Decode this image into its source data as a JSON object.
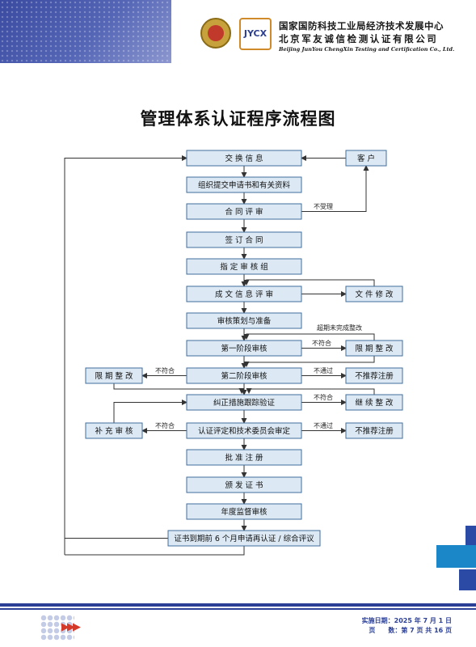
{
  "header": {
    "logo_text": "JYCX",
    "org_line1": "国家国防科技工业局经济技术发展中心",
    "org_line2": "北京军友诚信检测认证有限公司",
    "org_line3": "Beijing JunYou ChengXin Testing and Certification Co., Ltd."
  },
  "title": "管理体系认证程序流程图",
  "flow": {
    "exchange_info": "交 换 信 息",
    "customer": "客 户",
    "submit_application": "组织提交申请书和有关资料",
    "contract_review": "合 同 评 审",
    "not_accepted": "不受理",
    "sign_contract": "签 订 合 同",
    "assign_audit_team": "指 定 审 核 组",
    "document_review": "成 文 信 息 评 审",
    "document_revision": "文 件 修 改",
    "audit_planning": "审核策划与准备",
    "overdue_note": "超期未完成整改",
    "stage1_audit": "第一阶段审核",
    "nonconform_1": "不符合",
    "deadline_rectify_right": "限 期 整 改",
    "deadline_rectify_left": "限 期 整 改",
    "nonconform_2": "不符合",
    "stage2_audit": "第二阶段审核",
    "not_passed_1": "不通过",
    "not_recommended_1": "不推荐注册",
    "corrective_verification": "纠正措施跟踪验证",
    "nonconform_3": "不符合",
    "continue_rectify": "继 续 整 改",
    "supplementary_audit": "补 充 审 核",
    "nonconform_4": "不符合",
    "certification_decision": "认证评定和技术委员会审定",
    "not_passed_2": "不通过",
    "not_recommended_2": "不推荐注册",
    "approve_register": "批 准 注 册",
    "issue_certificate": "颁 发 证 书",
    "annual_surveillance": "年度监督审核",
    "recertification": "证书到期前 6 个月申请再认证 / 综合评议"
  },
  "footer": {
    "implementation_date": "实施日期：2025 年 7 月 1 日",
    "page_info": "页　　数：第 7 页 共 16 页"
  },
  "colors": {
    "box_fill": "#dce9f4",
    "box_stroke": "#3f6e9c",
    "line": "#333333",
    "brand_blue": "#2b3f96"
  }
}
